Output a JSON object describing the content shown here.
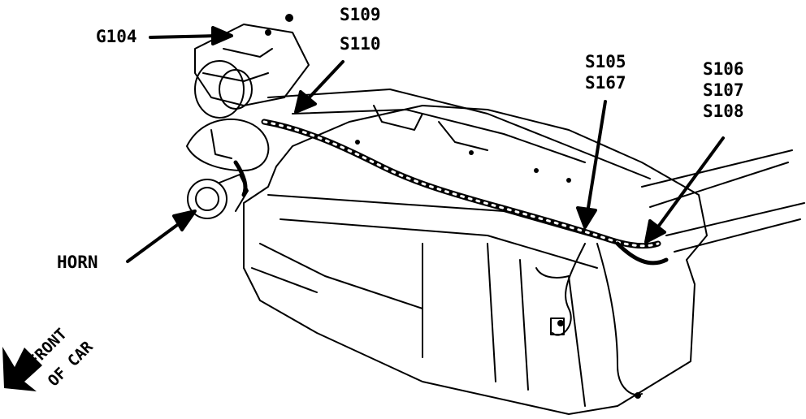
{
  "labels": {
    "g104": "G104",
    "s109": "S109",
    "s110": "S110",
    "s105": "S105",
    "s167": "S167",
    "s106": "S106",
    "s107": "S107",
    "s108": "S108",
    "horn": "HORN",
    "front_line1": "FRONT",
    "front_line2": "OF CAR"
  },
  "colors": {
    "ink": "#000000",
    "paper": "#ffffff"
  }
}
